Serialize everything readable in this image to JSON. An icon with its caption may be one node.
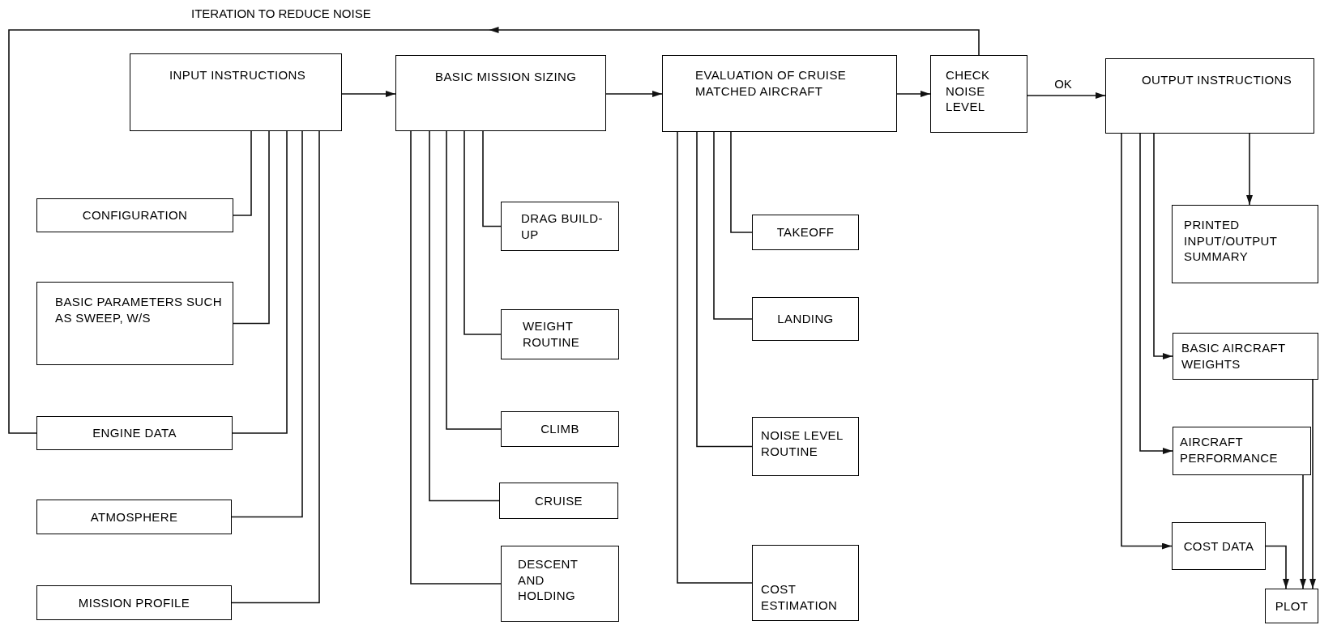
{
  "diagram": {
    "nodes": [
      {
        "text": [
          "INPUT INSTRUCTIONS"
        ]
      },
      {
        "text": [
          "BASIC MISSION SIZING"
        ]
      },
      {
        "text": [
          "EVALUATION OF CRUISE MATCHED AIRCRAFT"
        ]
      },
      {
        "text": [
          "CHECK NOISE LEVEL"
        ]
      },
      {
        "text": [
          "OUTPUT INSTRUCTIONS"
        ]
      },
      {
        "text": [
          "CONFIGURATION"
        ]
      },
      {
        "text": [
          "BASIC PARAMETERS SUCH AS SWEEP, W/S"
        ]
      },
      {
        "text": [
          "ENGINE DATA"
        ]
      },
      {
        "text": [
          "ATMOSPHERE"
        ]
      },
      {
        "text": [
          "MISSION PROFILE"
        ]
      },
      {
        "text": [
          "DRAG BUILD-UP"
        ]
      },
      {
        "text": [
          "WEIGHT ROUTINE"
        ]
      },
      {
        "text": [
          "CLIMB"
        ]
      },
      {
        "text": [
          "CRUISE"
        ]
      },
      {
        "text": [
          "DESCENT AND HOLDING"
        ]
      },
      {
        "text": [
          "TAKEOFF"
        ]
      },
      {
        "text": [
          "LANDING"
        ]
      },
      {
        "text": [
          "NOISE LEVEL ROUTINE"
        ]
      },
      {
        "text": [
          "COST ESTIMATION"
        ]
      },
      {
        "text": [
          "PRINTED INPUT/OUTPUT SUMMARY"
        ]
      },
      {
        "text": [
          "BASIC AIRCRAFT WEIGHTS"
        ]
      },
      {
        "text": [
          "AIRCRAFT PERFORMANCE"
        ]
      },
      {
        "text": [
          "COST DATA"
        ]
      },
      {
        "text": [
          "PLOT"
        ]
      }
    ],
    "edges": [
      {
        "from": 0,
        "to": 1,
        "arrow": "to"
      },
      {
        "from": 1,
        "to": 2,
        "arrow": "to"
      },
      {
        "from": 2,
        "to": 3,
        "arrow": "to"
      },
      {
        "from": 3,
        "to": 4,
        "arrow": "to",
        "label": "OK"
      },
      {
        "from": 3,
        "to": 7,
        "arrow": "to",
        "label": "ITERATION TO REDUCE NOISE"
      },
      {
        "from": 0,
        "to": 5,
        "arrow": "none"
      },
      {
        "from": 0,
        "to": 6,
        "arrow": "none"
      },
      {
        "from": 0,
        "to": 7,
        "arrow": "none"
      },
      {
        "from": 0,
        "to": 8,
        "arrow": "none"
      },
      {
        "from": 0,
        "to": 9,
        "arrow": "none"
      },
      {
        "from": 1,
        "to": 10,
        "arrow": "none"
      },
      {
        "from": 1,
        "to": 11,
        "arrow": "none"
      },
      {
        "from": 1,
        "to": 12,
        "arrow": "none"
      },
      {
        "from": 1,
        "to": 13,
        "arrow": "none"
      },
      {
        "from": 1,
        "to": 14,
        "arrow": "none"
      },
      {
        "from": 2,
        "to": 15,
        "arrow": "none"
      },
      {
        "from": 2,
        "to": 16,
        "arrow": "none"
      },
      {
        "from": 2,
        "to": 17,
        "arrow": "none"
      },
      {
        "from": 2,
        "to": 18,
        "arrow": "none"
      },
      {
        "from": 4,
        "to": 19,
        "arrow": "to"
      },
      {
        "from": 4,
        "to": 20,
        "arrow": "to"
      },
      {
        "from": 4,
        "to": 21,
        "arrow": "to"
      },
      {
        "from": 4,
        "to": 22,
        "arrow": "to"
      },
      {
        "from": 22,
        "to": 23,
        "arrow": "to"
      },
      {
        "from": 21,
        "to": 23,
        "arrow": "to"
      },
      {
        "from": 20,
        "to": 23,
        "arrow": "to"
      }
    ]
  }
}
